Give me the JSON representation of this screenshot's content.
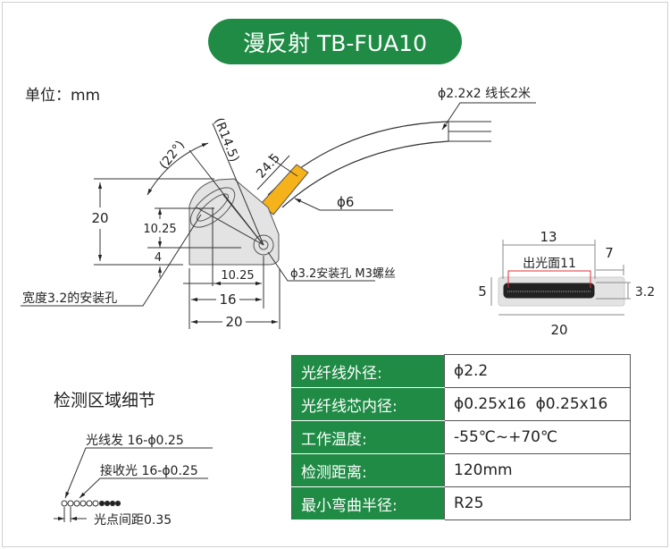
{
  "title": "漫反射 TB-FUA10",
  "unit": "单位：mm",
  "drawing": {
    "cable_spec": "ϕ2.2x2 线长2米",
    "angle": "(22°)",
    "radius": "(R14.5)",
    "length_24_5": "24.5",
    "phi6": "ϕ6",
    "height_20": "20",
    "dim_10_25_v": "10.25",
    "dim_4": "4",
    "dim_10_25_h": "10.25",
    "dim_16": "16",
    "dim_20_w": "20",
    "mount_hole": "ϕ3.2安装孔 M3螺丝",
    "slot_hole": "宽度3.2的安装孔"
  },
  "front_view": {
    "dim_13": "13",
    "dim_7": "7",
    "emit_face": "出光面11",
    "dim_5": "5",
    "dim_3_2": "3.2",
    "dim_20": "20"
  },
  "detail": {
    "title": "检测区域细节",
    "emitter": "光线发 16-ϕ0.25",
    "receiver": "接收光 16-ϕ0.25",
    "pitch": "光点间距0.35"
  },
  "specs": [
    {
      "label": "光纤线外径:",
      "value": "ϕ2.2"
    },
    {
      "label": "光纤线芯内径:",
      "value": "ϕ0.25x16  ϕ0.25x16"
    },
    {
      "label": "工作温度:",
      "value": "-55℃~+70℃"
    },
    {
      "label": "检测距离:",
      "value": "120mm"
    },
    {
      "label": "最小弯曲半径:",
      "value": "R25"
    }
  ],
  "colors": {
    "accent": "#1f8b45",
    "sleeve": "#f5b21b",
    "emit_line": "#e0303a"
  }
}
